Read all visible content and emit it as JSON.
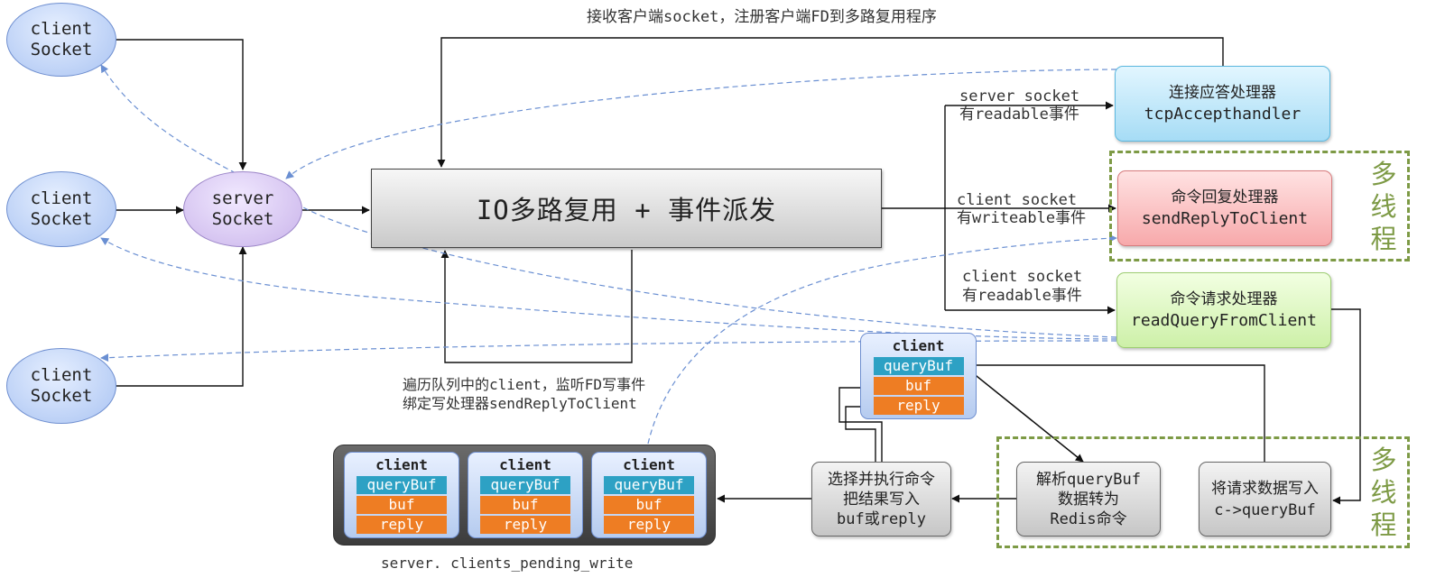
{
  "clients": [
    {
      "line1": "client",
      "line2": "Socket"
    },
    {
      "line1": "client",
      "line2": "Socket"
    },
    {
      "line1": "client",
      "line2": "Socket"
    }
  ],
  "server_socket": {
    "line1": "server",
    "line2": "Socket"
  },
  "mux": {
    "label": "IO多路复用 + 事件派发"
  },
  "top_label": "接收客户端socket，注册客户端FD到多路复用程序",
  "handlers": {
    "accept": {
      "line1": "连接应答处理器",
      "line2": "tcpAccepthandler"
    },
    "reply": {
      "line1": "命令回复处理器",
      "line2": "sendReplyToClient"
    },
    "query": {
      "line1": "命令请求处理器",
      "line2": "readQueryFromClient"
    }
  },
  "events": {
    "accept": {
      "line1": "server socket",
      "line2": "有readable事件"
    },
    "reply": {
      "line1": "client socket",
      "line2": "有writeable事件"
    },
    "query": {
      "line1": "client socket",
      "line2": "有readable事件"
    }
  },
  "multithread_label": [
    "多",
    "线",
    "程"
  ],
  "traverse_label": {
    "line1": "遍历队列中的client，监听FD写事件",
    "line2": "绑定写处理器sendReplyToClient"
  },
  "client_struct": {
    "title": "client",
    "query_buf": "queryBuf",
    "buf": "buf",
    "reply": "reply"
  },
  "pending_write": {
    "caption": "server. clients_pending_write",
    "items": [
      {
        "title": "client",
        "query_buf": "queryBuf",
        "buf": "buf",
        "reply": "reply"
      },
      {
        "title": "client",
        "query_buf": "queryBuf",
        "buf": "buf",
        "reply": "reply"
      },
      {
        "title": "client",
        "query_buf": "queryBuf",
        "buf": "buf",
        "reply": "reply"
      }
    ]
  },
  "steps": {
    "write_query": {
      "line1": "将请求数据写入",
      "line2": "c->queryBuf"
    },
    "parse": {
      "line1": "解析queryBuf",
      "line2": "数据转为",
      "line3": "Redis命令"
    },
    "execute": {
      "line1": "选择并执行命令",
      "line2": "把结果写入",
      "line3": "buf或reply"
    }
  },
  "colors": {
    "client_socket": "#a9c3f2",
    "server_socket": "#c9b3ea",
    "accept_handler": "#a6dcf5",
    "reply_handler": "#f7a9ab",
    "query_handler": "#cdf0a8",
    "multithread_border": "#7d9a45",
    "query_buf_chip": "#2da1c4",
    "buf_reply_chip": "#ee7d23"
  }
}
